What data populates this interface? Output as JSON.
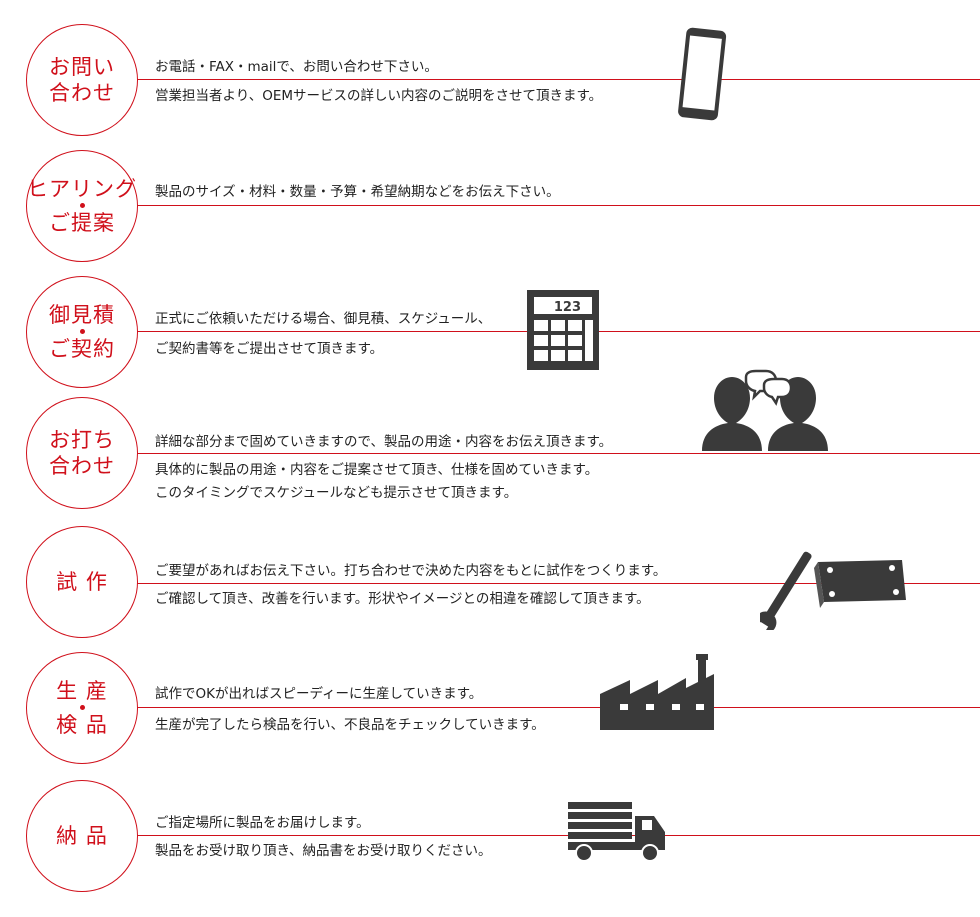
{
  "colors": {
    "accent": "#d0101b",
    "icon": "#3a3a3a"
  },
  "steps": [
    {
      "title1": "お問い",
      "title2": "合わせ",
      "lines": [
        "お電話・FAX・mailで、お問い合わせ下さい。",
        "営業担当者より、OEMサービスの詳しい内容のご説明をさせて頂きます。"
      ],
      "icon": "tablet-icon"
    },
    {
      "title1": "ヒアリング",
      "title2": "ご提案",
      "lines": [
        "製品のサイズ・材料・数量・予算・希望納期などをお伝え下さい。"
      ],
      "icon": ""
    },
    {
      "title1": "御見積",
      "title2": "ご契約",
      "lines": [
        "正式にご依頼いただける場合、御見積、スケジュール、",
        "ご契約書等をご提出させて頂きます。"
      ],
      "icon": "calculator-icon",
      "icon_label": "123"
    },
    {
      "title1": "お打ち",
      "title2": "合わせ",
      "lines": [
        "詳細な部分まで固めていきますので、製品の用途・内容をお伝え頂きます。",
        "具体的に製品の用途・内容をご提案させて頂き、仕様を固めていきます。",
        "このタイミングでスケジュールなども提示させて頂きます。"
      ],
      "icon": "meeting-icon"
    },
    {
      "title1": "試 作",
      "title2": "",
      "lines": [
        "ご要望があればお伝え下さい。打ち合わせで決めた内容をもとに試作をつくります。",
        "ご確認して頂き、改善を行います。形状やイメージとの相違を確認して頂きます。"
      ],
      "icon": "wrench-plate-icon"
    },
    {
      "title1": "生 産",
      "title2": "検 品",
      "lines": [
        "試作でOKが出ればスピーディーに生産していきます。",
        "生産が完了したら検品を行い、不良品をチェックしていきます。"
      ],
      "icon": "factory-icon"
    },
    {
      "title1": "納 品",
      "title2": "",
      "lines": [
        "ご指定場所に製品をお届けします。",
        "製品をお受け取り頂き、納品書をお受け取りください。"
      ],
      "icon": "truck-icon"
    }
  ]
}
